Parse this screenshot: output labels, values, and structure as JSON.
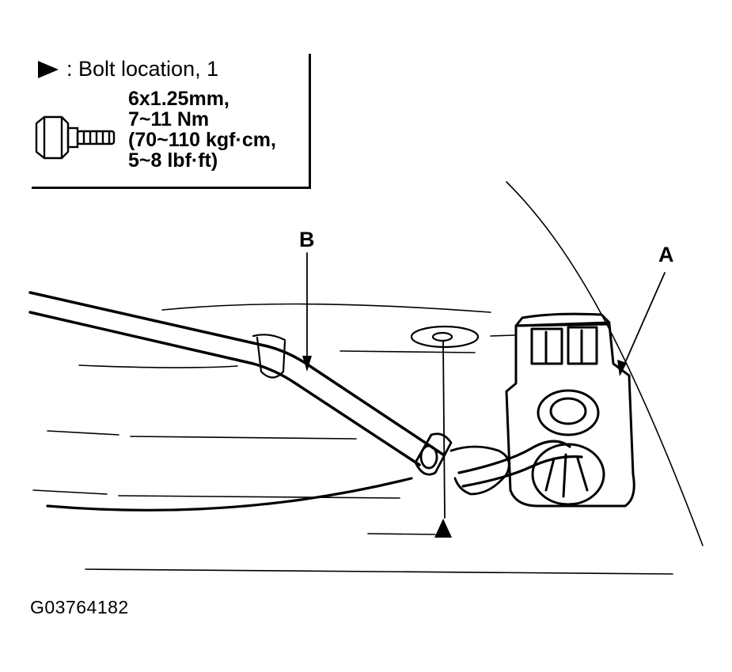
{
  "legend": {
    "bolt_location": ": Bolt location, 1",
    "spec_lines": [
      "6x1.25mm,",
      "7~11 Nm",
      "(70~110 kgf·cm,",
      "5~8 lbf·ft)"
    ]
  },
  "callouts": {
    "a": "A",
    "b": "B"
  },
  "figure_code": "G03764182",
  "icons": [
    "bolt-location-triangle-icon",
    "bolt-icon"
  ]
}
